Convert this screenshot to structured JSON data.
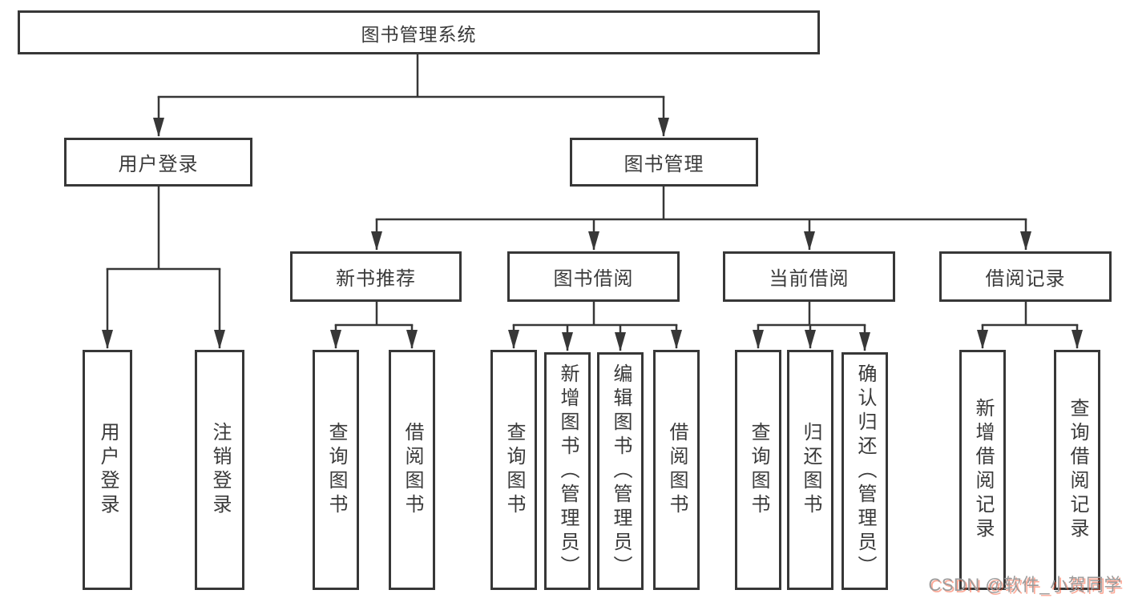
{
  "diagram": {
    "title": "library management system function structure diagram",
    "root": {
      "label": "图书管理系统"
    },
    "level2": [
      {
        "id": "user-login",
        "label": "用户登录"
      },
      {
        "id": "book-mgmt",
        "label": "图书管理"
      }
    ],
    "level3": [
      {
        "id": "new-book-recommend",
        "label": "新书推荐",
        "parent": "图书管理"
      },
      {
        "id": "book-borrow",
        "label": "图书借阅",
        "parent": "图书管理"
      },
      {
        "id": "current-borrow",
        "label": "当前借阅",
        "parent": "图书管理"
      },
      {
        "id": "borrow-records",
        "label": "借阅记录",
        "parent": "图书管理"
      }
    ],
    "leaves": [
      {
        "label": "用户登录",
        "parent": "用户登录"
      },
      {
        "label": "注销登录",
        "parent": "用户登录"
      },
      {
        "label": "查询图书",
        "parent": "新书推荐"
      },
      {
        "label": "借阅图书",
        "parent": "新书推荐"
      },
      {
        "label": "查询图书",
        "parent": "图书借阅"
      },
      {
        "label": "新增图书（管理员）",
        "parent": "图书借阅"
      },
      {
        "label": "编辑图书（管理员）",
        "parent": "图书借阅"
      },
      {
        "label": "借阅图书",
        "parent": "图书借阅"
      },
      {
        "label": "查询图书",
        "parent": "当前借阅"
      },
      {
        "label": "归还图书",
        "parent": "当前借阅"
      },
      {
        "label": "确认归还（管理员）",
        "parent": "当前借阅"
      },
      {
        "label": "新增借阅记录",
        "parent": "借阅记录"
      },
      {
        "label": "查询借阅记录",
        "parent": "借阅记录"
      }
    ],
    "colors": {
      "line": "#373737",
      "text": "#3a3a3a",
      "background": "#ffffff",
      "watermark_gray": "#9b9b9b",
      "watermark_accent": "#fc5531"
    }
  },
  "watermark": {
    "text": "CSDN @软件_小贺同学"
  }
}
